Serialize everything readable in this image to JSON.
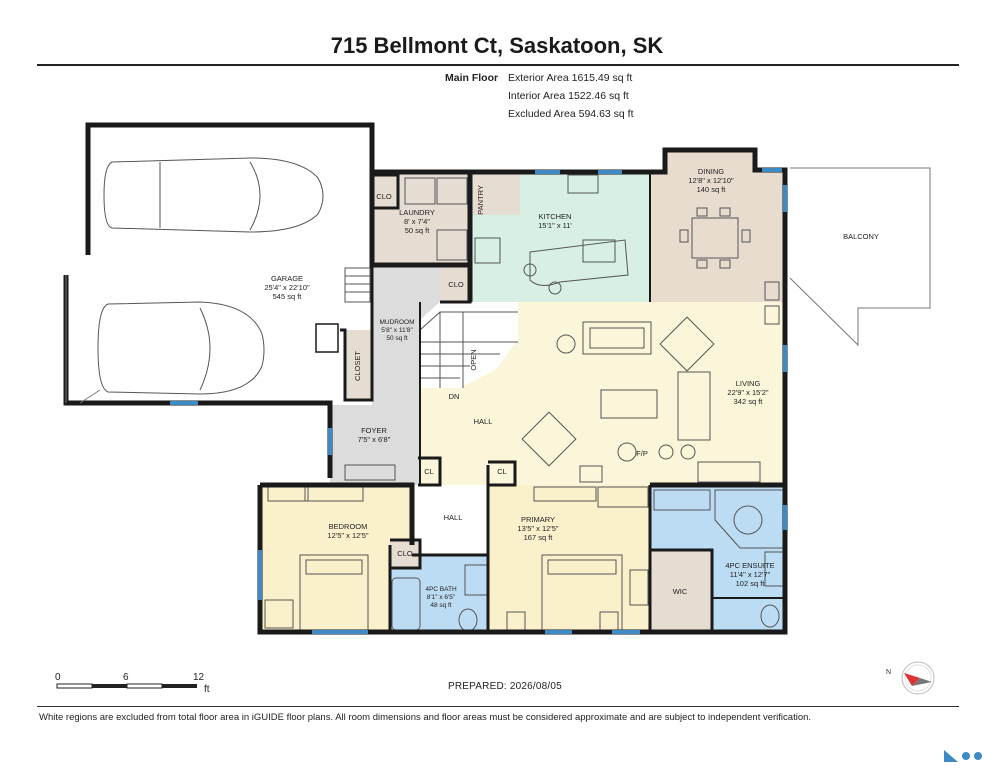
{
  "header": {
    "title": "715 Bellmont Ct, Saskatoon, SK"
  },
  "areas": {
    "floor_label": "Main Floor",
    "exterior": "Exterior Area 1615.49 sq ft",
    "interior": "Interior Area 1522.46 sq ft",
    "excluded": "Excluded Area 594.63 sq ft"
  },
  "rooms": {
    "garage": {
      "name": "GARAGE",
      "dims": "25'4\" x 22'10\"",
      "area": "545 sq ft"
    },
    "laundry": {
      "name": "LAUNDRY",
      "dims": "8' x 7'4\"",
      "area": "50 sq ft"
    },
    "pantry": {
      "name": "PANTRY"
    },
    "kitchen": {
      "name": "KITCHEN",
      "dims": "15'1\" x 11'"
    },
    "dining": {
      "name": "DINING",
      "dims": "12'8\" x 12'10\"",
      "area": "140 sq ft"
    },
    "balcony": {
      "name": "BALCONY"
    },
    "mudroom": {
      "name": "MUDROOM",
      "dims": "5'8\" x 11'8\"",
      "area": "50 sq ft"
    },
    "closet": {
      "name": "CLOSET"
    },
    "clo_laundry": {
      "name": "CLO"
    },
    "clo_mud": {
      "name": "CLO"
    },
    "clo_bed": {
      "name": "CLO"
    },
    "cl1": {
      "name": "CL"
    },
    "cl2": {
      "name": "CL"
    },
    "open": {
      "name": "OPEN"
    },
    "dn": {
      "name": "DN"
    },
    "living": {
      "name": "LIVING",
      "dims": "22'9\" x 15'2\"",
      "area": "342 sq ft"
    },
    "hall_main": {
      "name": "HALL"
    },
    "hall_small": {
      "name": "HALL"
    },
    "foyer": {
      "name": "FOYER",
      "dims": "7'5\" x 6'8\""
    },
    "fp": {
      "name": "F/P"
    },
    "bedroom": {
      "name": "BEDROOM",
      "dims": "12'5\" x 12'5\""
    },
    "bath": {
      "name": "4PC BATH",
      "dims": "8'1\" x 6'5\"",
      "area": "48 sq ft"
    },
    "primary": {
      "name": "PRIMARY",
      "dims": "13'5\" x 12'5\"",
      "area": "167 sq ft"
    },
    "wic": {
      "name": "WIC"
    },
    "ensuite": {
      "name": "4PC ENSUITE",
      "dims": "11'4\" x 12'7\"",
      "area": "102 sq ft"
    }
  },
  "scale": {
    "t0": "0",
    "t6": "6",
    "t12": "12",
    "unit": "ft"
  },
  "footer": {
    "prepared": "PREPARED: 2026/08/05",
    "note": "White regions are excluded from total floor area in iGUIDE floor plans. All room dimensions and floor areas must be considered approximate and are subject to independent verification."
  },
  "compass": {
    "label": "N"
  },
  "colors": {
    "wall": "#1a1a1a",
    "kitchen": "#d8efe3",
    "dining": "#e8dccf",
    "living": "#fbf5d9",
    "bedroom": "#fbf0cc",
    "bath": "#bcdcf3",
    "utility": "#e6ddd2",
    "hall": "#dcdcdc",
    "window": "#3d8ac4"
  }
}
